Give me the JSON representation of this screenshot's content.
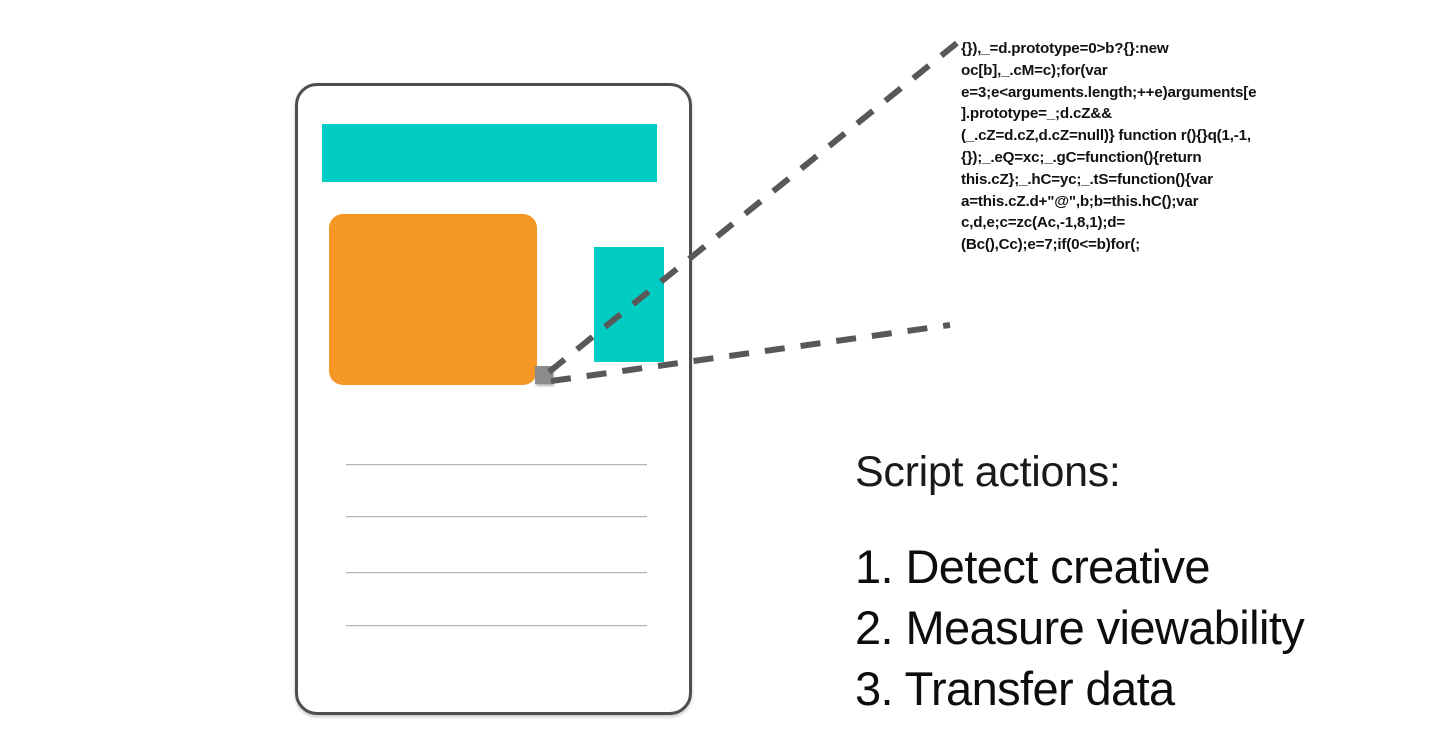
{
  "colors": {
    "teal": "#00ccc4",
    "orange": "#f59724",
    "frame_border": "#4d4d52",
    "marker_gray": "#8b8b8b",
    "dash_gray": "#585858",
    "content_line": "#b2b2b2",
    "text": "#111111"
  },
  "device": {
    "label": "mobile-ad-page-mockup",
    "banner_top_label": "teal-banner-creative",
    "creative_main_label": "orange-ad-creative",
    "creative_side_label": "teal-side-creative",
    "marker_label": "measurement-pixel",
    "content_lines": [
      "",
      "",
      "",
      ""
    ]
  },
  "code": {
    "text": "{}),_=d.prototype=0>b?{}:new oc[b],_.cM=c);for(var e=3;e<arguments.length;++e)arguments[e].prototype=_;d.cZ&&(_.cZ=d.cZ,d.cZ=null)} function r(){}q(1,-1,{});_.eQ=xc;_.gC=function(){return this.cZ};_.hC=yc;_.tS=function(){var a=this.cZ.d+\"@\",b;b=this.hC();var c,d,e;c=zc(Ac,-1,8,1);d=(Bc(),Cc);e=7;if(0<=b)for(;"
  },
  "actions": {
    "heading": "Script actions:",
    "items": [
      {
        "number": "1.",
        "label": "Detect creative"
      },
      {
        "number": "2.",
        "label": "Measure viewability"
      },
      {
        "number": "3.",
        "label": "Transfer data"
      }
    ]
  },
  "callout": {
    "upper_line_label": "callout-dashed-line-upper",
    "lower_line_label": "callout-dashed-line-lower"
  }
}
